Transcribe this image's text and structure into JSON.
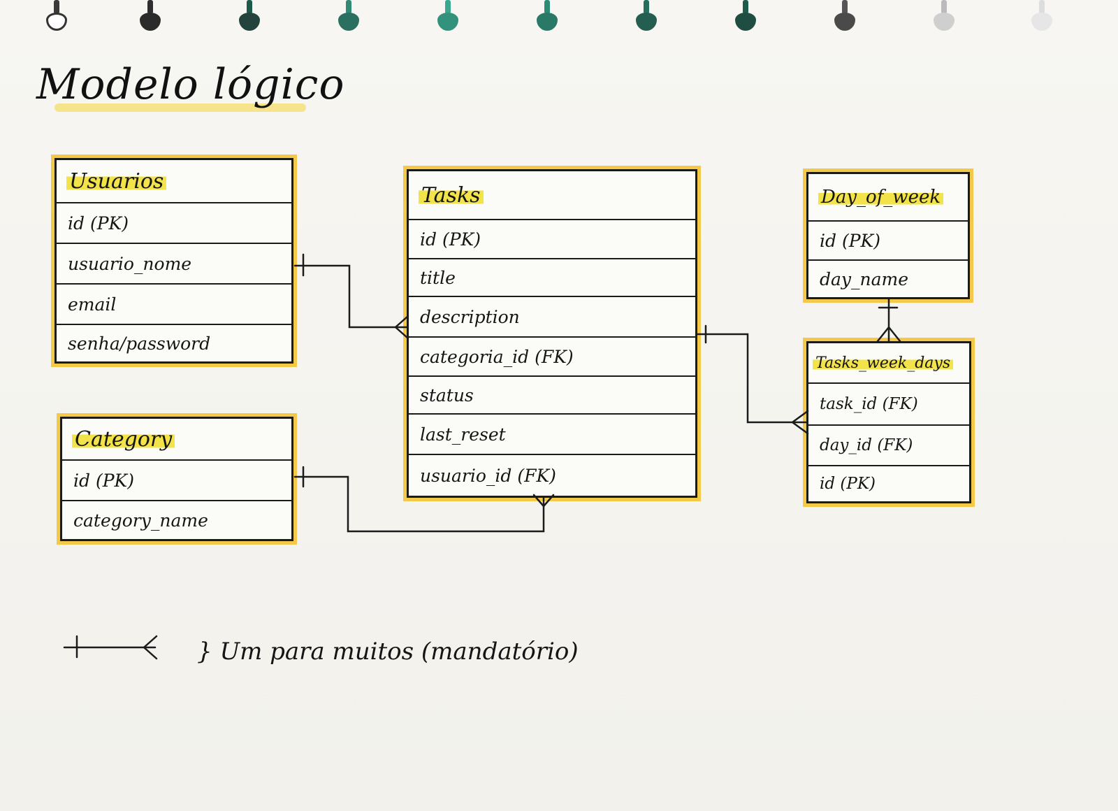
{
  "diagram": {
    "title": "Modelo lógico",
    "entities": [
      {
        "id": "usuarios",
        "name": "Usuarios",
        "fields": [
          "id (PK)",
          "usuario_nome",
          "email",
          "senha/password"
        ]
      },
      {
        "id": "tasks",
        "name": "Tasks",
        "fields": [
          "id (PK)",
          "title",
          "description",
          "categoria_id (FK)",
          "status",
          "last_reset",
          "usuario_id (FK)"
        ]
      },
      {
        "id": "day_of_week",
        "name": "Day_of_week",
        "fields": [
          "id (PK)",
          "day_name"
        ]
      },
      {
        "id": "category",
        "name": "Category",
        "fields": [
          "id (PK)",
          "category_name"
        ]
      },
      {
        "id": "tasks_week_days",
        "name": "Tasks_week_days",
        "fields": [
          "task_id (FK)",
          "day_id (FK)",
          "id (PK)"
        ]
      }
    ],
    "legend": {
      "text": "} Um para muitos (mandatório)"
    },
    "colors": {
      "highlight": "#f3e34a",
      "border_glow": "#f4c94a",
      "ink": "#1b1b1b"
    }
  }
}
